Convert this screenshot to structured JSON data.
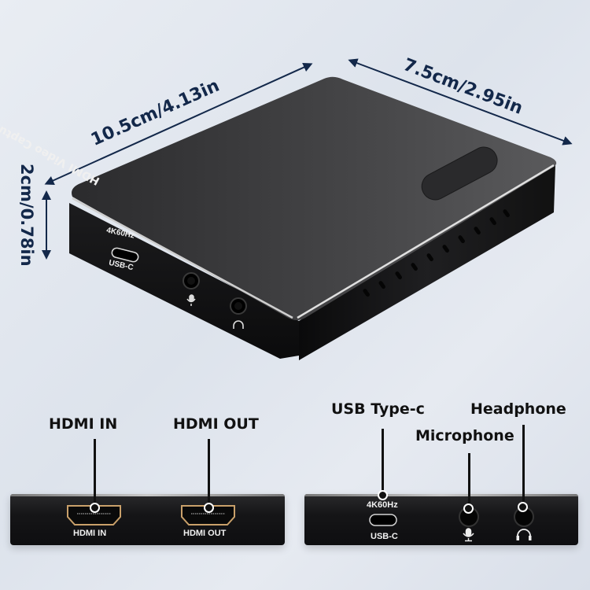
{
  "product": {
    "top_label": "HDMI Video Capture",
    "side_usb_rate": "4K60Hz",
    "side_usb_label": "USB-C",
    "body_color": "#1a1a1c",
    "top_color": "#4a4a4c"
  },
  "dimensions": {
    "length": "10.5cm/4.13in",
    "width": "7.5cm/2.95in",
    "height": "2cm/0.78in",
    "color": "#13284a"
  },
  "left_panel": {
    "callouts": [
      "HDMI IN",
      "HDMI OUT"
    ],
    "port_labels": [
      "HDMI IN",
      "HDMI OUT"
    ]
  },
  "right_panel": {
    "callouts": {
      "usb": "USB Type-c",
      "microphone": "Microphone",
      "headphone": "Headphone"
    },
    "port_labels": {
      "usb_rate": "4K60Hz",
      "usb": "USB-C"
    },
    "icons": [
      "microphone-icon",
      "headphone-icon"
    ]
  }
}
